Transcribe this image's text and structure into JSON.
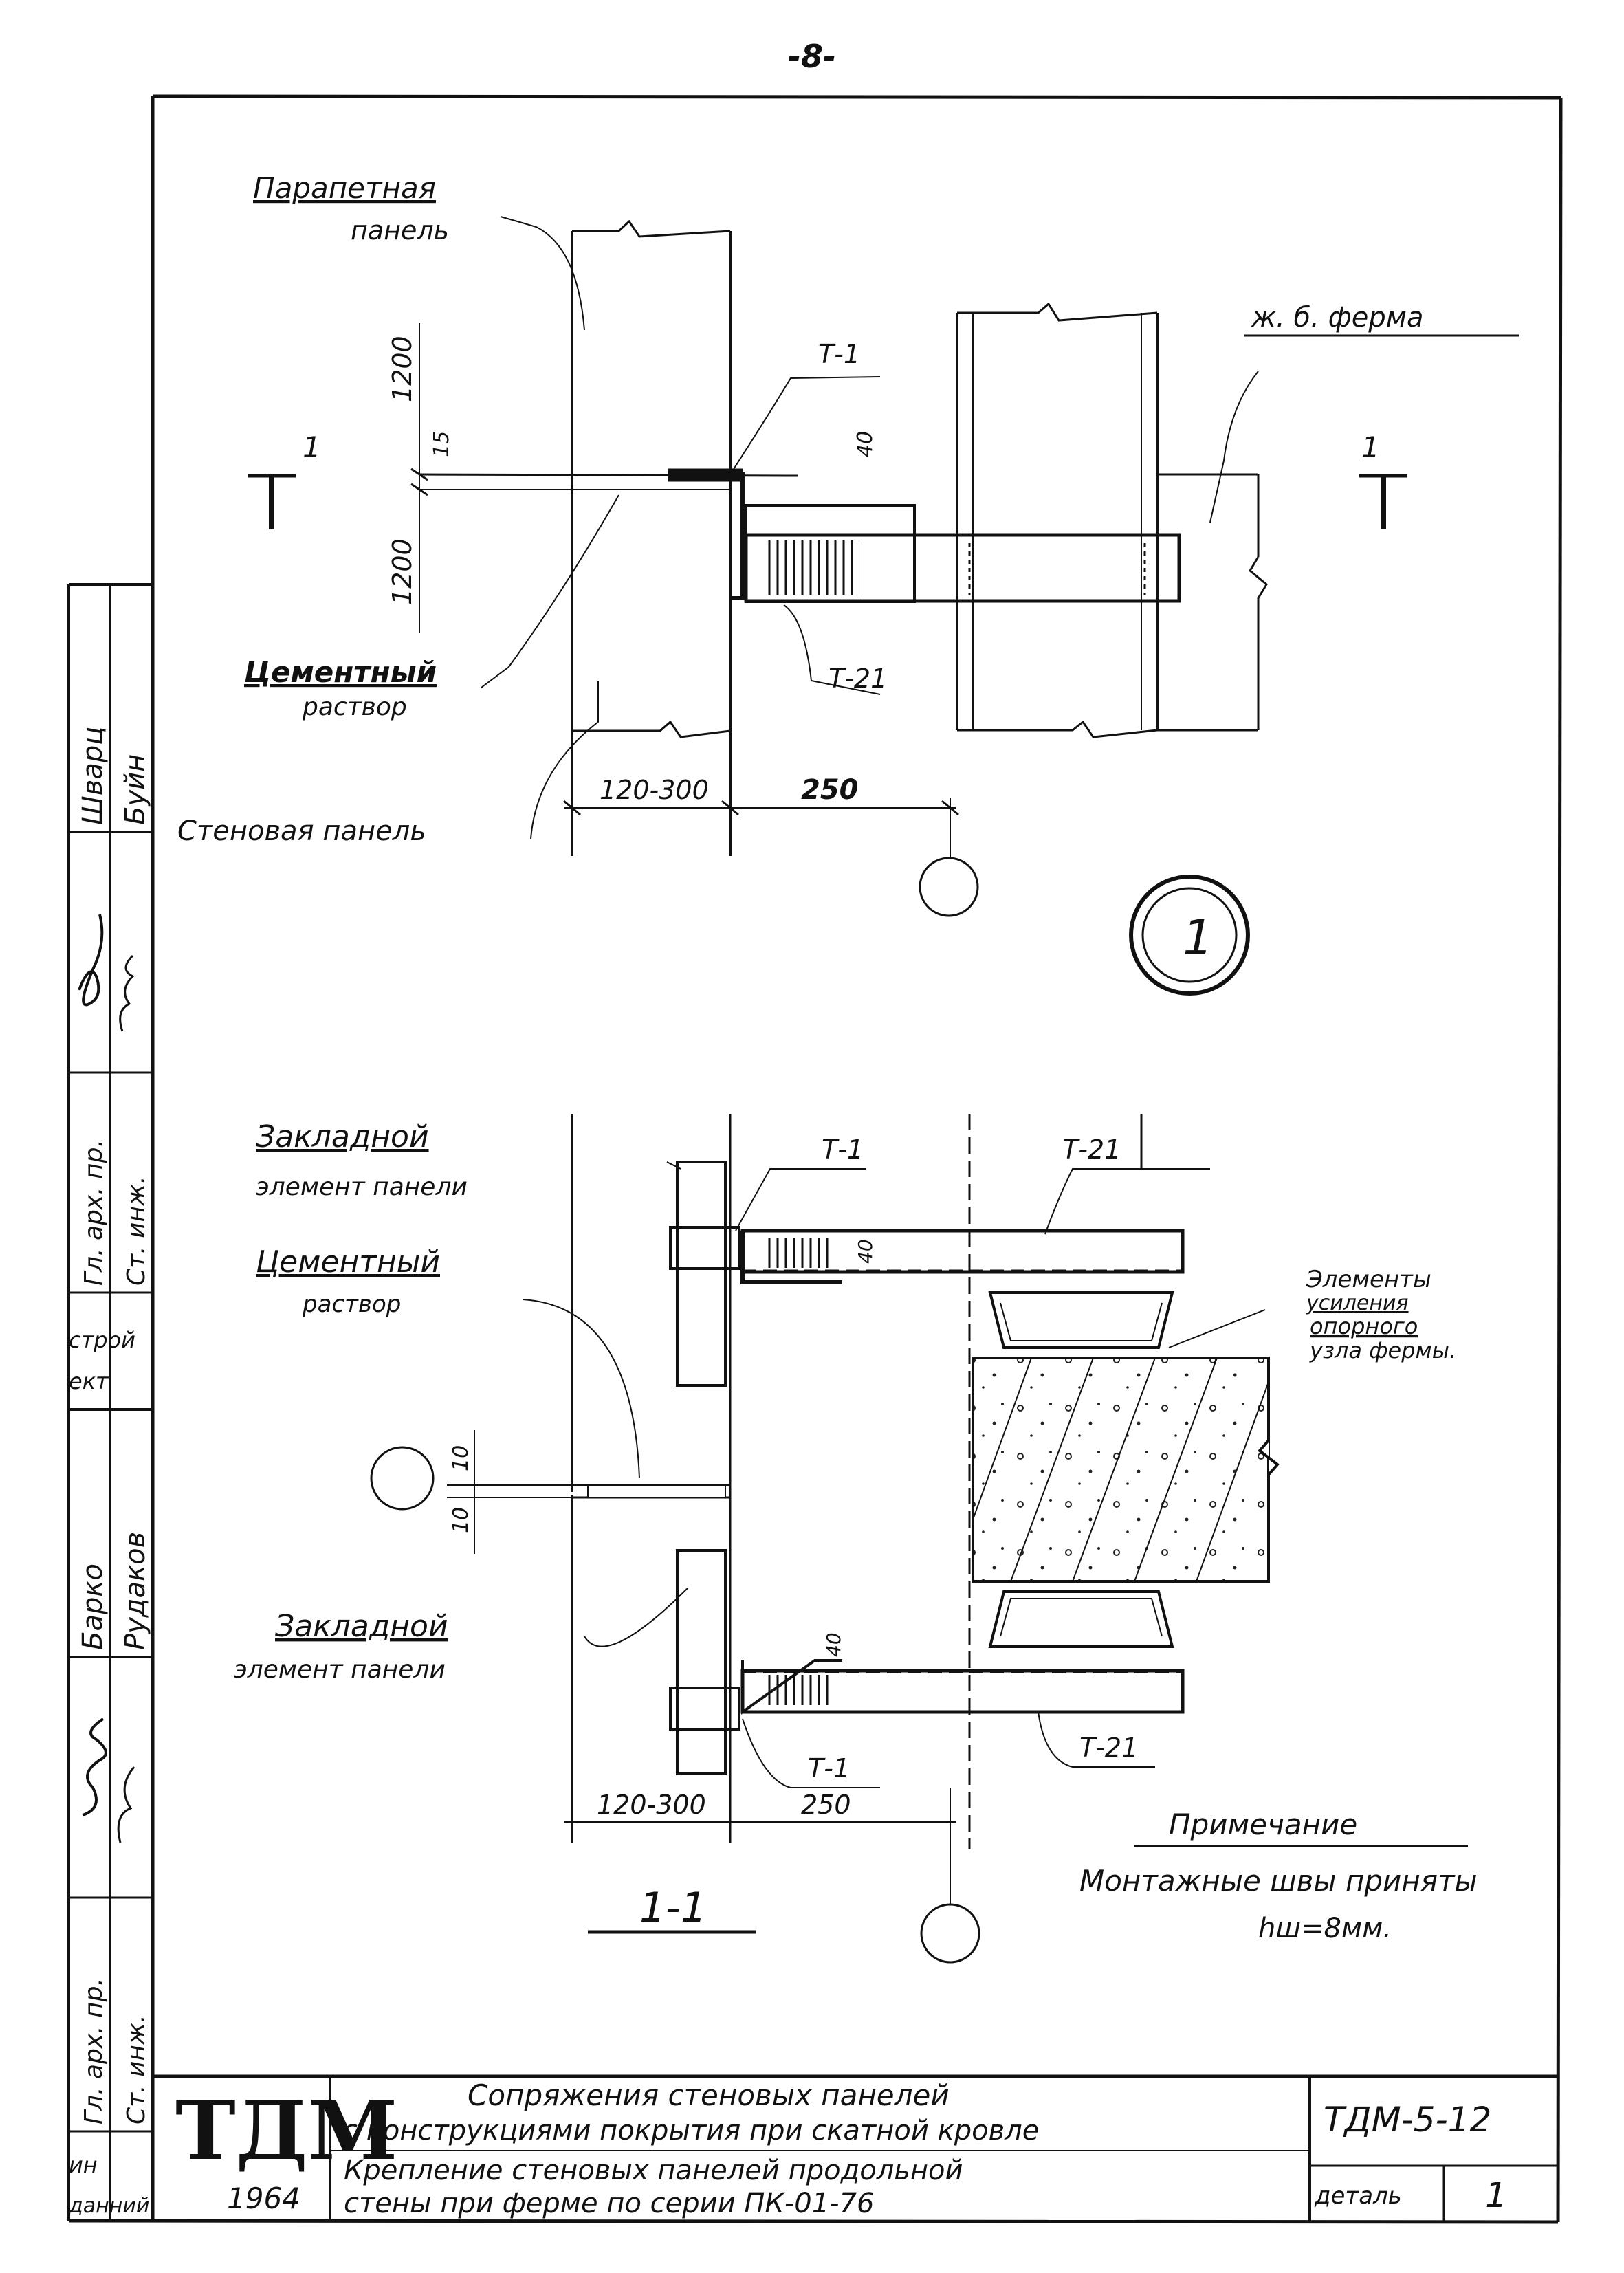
{
  "page_number": "-8-",
  "top": {
    "parapet_panel": [
      "Парапетная",
      "панель"
    ],
    "rc_truss": "ж. б. ферма",
    "section_mark": "1",
    "dim_1200_top": "1200",
    "dim_15": "15",
    "dim_1200_bottom": "1200",
    "dim_40": "40",
    "t1": "Т-1",
    "t21": "Т-21",
    "cement_mortar": [
      "Цементный",
      "раствор"
    ],
    "wall_panel": "Стеновая панель",
    "dim_120_300": "120-300",
    "dim_250": "250",
    "node_number": "1"
  },
  "section": {
    "embedded_top": [
      "Закладной",
      "элемент панели"
    ],
    "cement_mortar": [
      "Цементный",
      "раствор"
    ],
    "t1_top": "Т-1",
    "t21_top": "Т-21",
    "dim_40_top": "40",
    "reinforcement": [
      "Элементы",
      "усиления",
      "опорного",
      "узла фермы."
    ],
    "dim_10_a": "10",
    "dim_10_b": "10",
    "embedded_bottom": [
      "Закладной",
      "элемент панели"
    ],
    "dim_40_bottom": "40",
    "t1_bottom": "Т-1",
    "t21_bottom": "Т-21",
    "dim_120_300": "120-300",
    "dim_250": "250",
    "section_label": "1-1"
  },
  "note": {
    "heading": "Примечание",
    "line1": "Монтажные швы приняты",
    "line2": "hш=8мм."
  },
  "side_stamp": {
    "top_cells": [
      "Шварц",
      "Буйн",
      "Гл. арх. пр.",
      "Ст. инж.",
      "строй",
      "ект"
    ],
    "bottom_cells": [
      "Барко",
      "Рудаков",
      "Гл. арх. пр.",
      "Ст. инж.",
      "ин",
      "данний"
    ]
  },
  "title_block": {
    "logo": "ТДМ",
    "year": "1964",
    "title_line1": "Сопряжения стеновых панелей",
    "title_line2": "с конструкциями покрытия при скатной кровле",
    "subtitle_line1": "Крепление стеновых панелей продольной",
    "subtitle_line2": "стены при ферме по серии ПК-01-76",
    "code": "ТДМ-5-12",
    "detail_label": "деталь",
    "detail_number": "1"
  }
}
